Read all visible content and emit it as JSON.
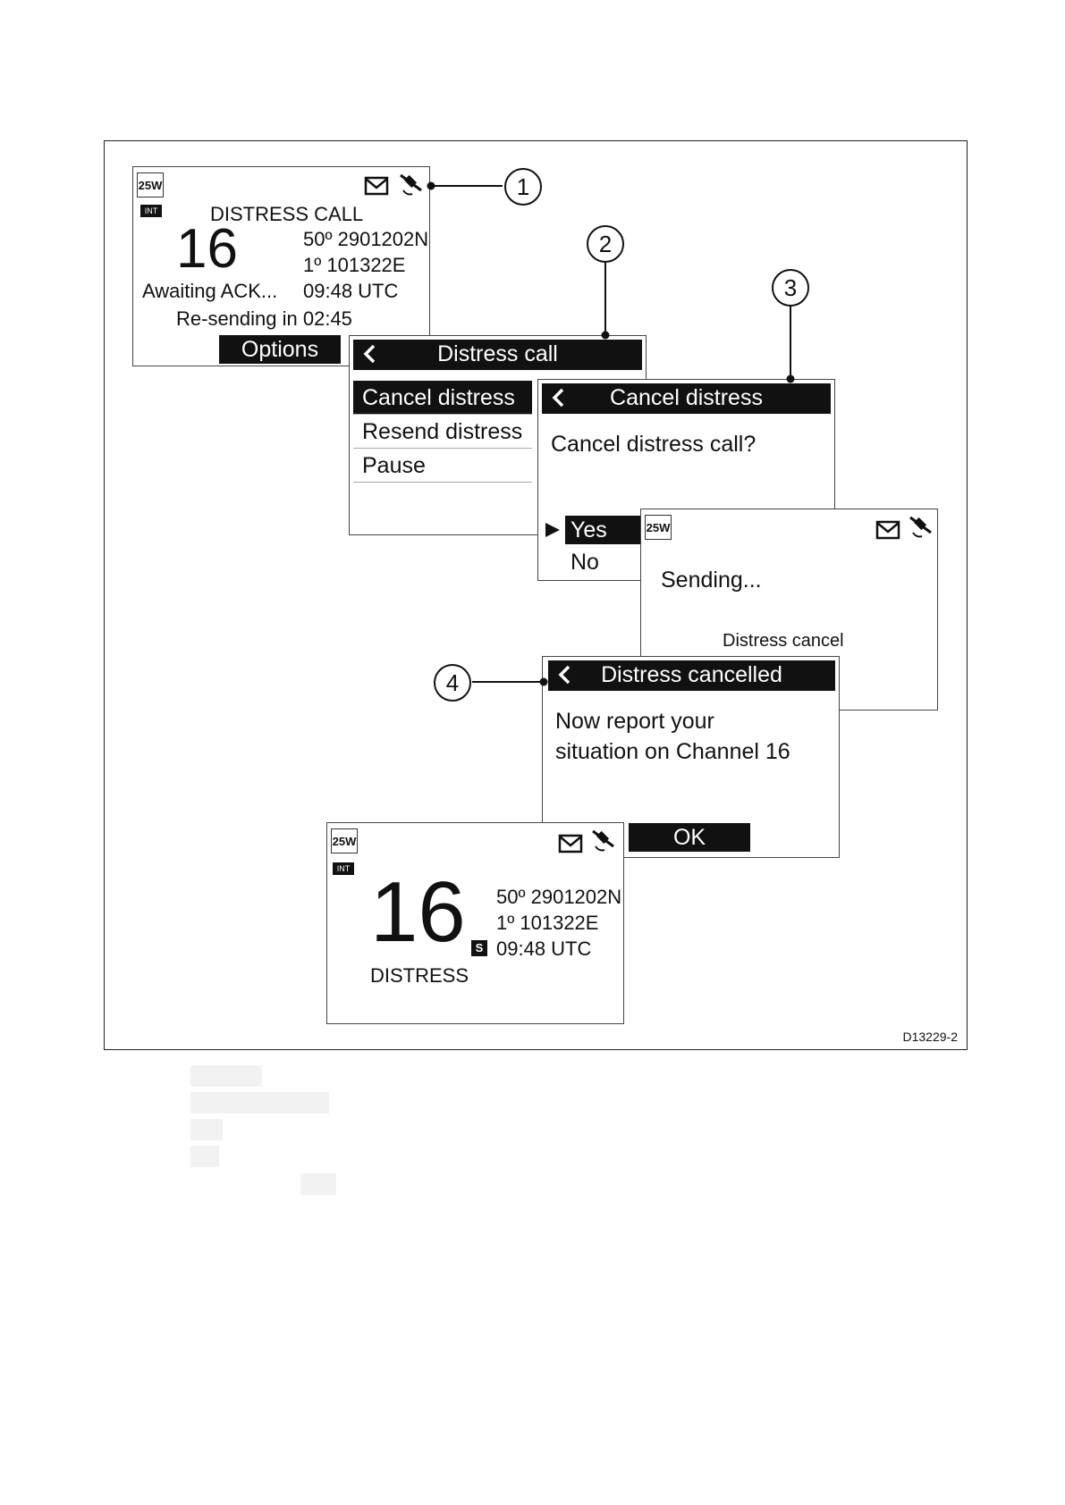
{
  "diagram_code": "D13229-2",
  "callouts": [
    "1",
    "2",
    "3",
    "4"
  ],
  "power_badge": "25W",
  "int_badge": "INT",
  "icons": {
    "message": "envelope-icon",
    "gps": "satellite-icon",
    "back": "chevron-left-icon",
    "pointer": "triangle-right-icon"
  },
  "screen1": {
    "title": "DISTRESS CALL",
    "channel": "16",
    "lat": "50º 2901202N",
    "lon": "1º 101322E",
    "time": "09:48 UTC",
    "status": "Awaiting ACK...",
    "resend": "Re-sending in 02:45",
    "options_label": "Options"
  },
  "screen2": {
    "title": "Distress call",
    "items": [
      "Cancel distress",
      "Resend distress",
      "Pause"
    ]
  },
  "screen3": {
    "title": "Cancel distress",
    "question": "Cancel distress call?",
    "yes": "Yes",
    "no": "No"
  },
  "screen4": {
    "sending": "Sending...",
    "subtitle": "Distress cancel"
  },
  "screen5": {
    "title": "Distress cancelled",
    "line1": "Now report your",
    "line2": "situation on Channel 16",
    "ok_label": "OK"
  },
  "screen6": {
    "channel": "16",
    "label": "DISTRESS",
    "lat": "50º 2901202N",
    "lon": "1º 101322E",
    "time": "09:48 UTC",
    "s_badge": "S"
  }
}
